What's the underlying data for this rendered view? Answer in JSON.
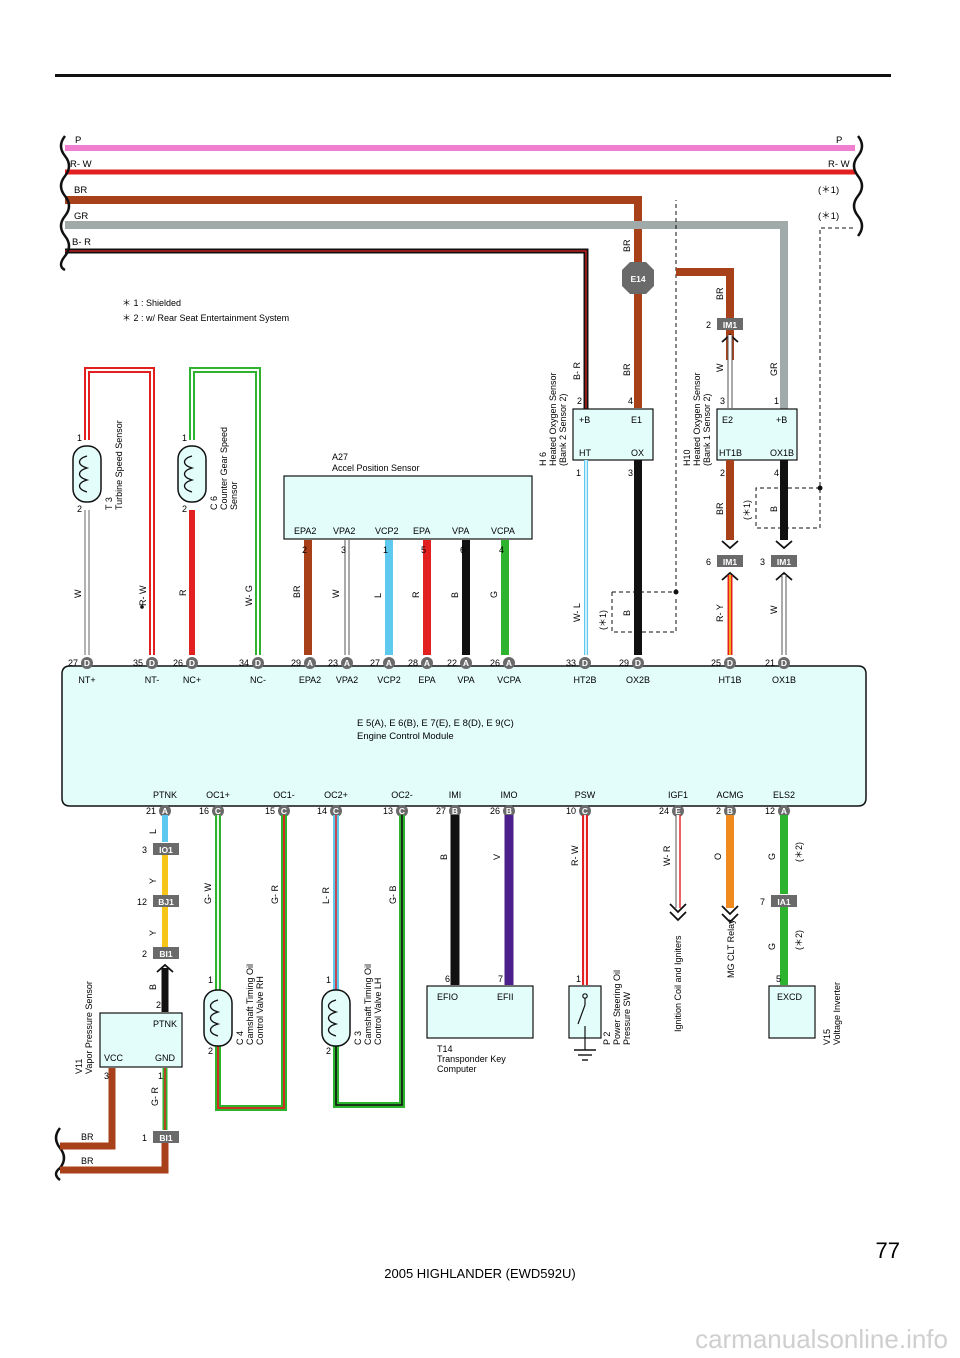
{
  "page": {
    "number": "77",
    "footer": "2005 HIGHLANDER (EWD592U)",
    "watermark": "carmanualsonline.info"
  },
  "notes": [
    "＊ 1 : Shielded",
    "＊ 2 : w/ Rear Seat Entertainment System"
  ],
  "bus_wires": [
    {
      "left": "P",
      "right": "P",
      "color": "#f07fd0"
    },
    {
      "left": "R- W",
      "right": "R- W",
      "color": "#e32020"
    },
    {
      "left": "BR",
      "right": "(＊1)",
      "color": "#a8401a"
    },
    {
      "left": "GR",
      "right": "(＊1)",
      "color": "#a0aaa8"
    },
    {
      "left": "B- R",
      "right": "",
      "color": "#111111"
    }
  ],
  "ecm": {
    "name1": "E 5(A), E 6(B), E 7(E), E 8(D), E 9(C)",
    "name2": "Engine Control Module",
    "top_terms": [
      "NT+",
      "NT-",
      "NC+",
      "NC-",
      "EPA2",
      "VPA2",
      "VCP2",
      "EPA",
      "VPA",
      "VCPA",
      "HT2B",
      "OX2B",
      "HT1B",
      "OX1B"
    ],
    "top_pins": [
      "27",
      "35",
      "26",
      "34",
      "29",
      "23",
      "27",
      "28",
      "22",
      "26",
      "33",
      "29",
      "25",
      "21"
    ],
    "top_conn": [
      "D",
      "D",
      "D",
      "D",
      "A",
      "A",
      "A",
      "A",
      "A",
      "A",
      "D",
      "D",
      "D",
      "D"
    ],
    "bot_terms": [
      "PTNK",
      "OC1+",
      "OC1-",
      "OC2+",
      "OC2-",
      "IMI",
      "IMO",
      "PSW",
      "IGF1",
      "ACMG",
      "ELS2"
    ],
    "bot_pins": [
      "21",
      "16",
      "15",
      "14",
      "13",
      "27",
      "26",
      "10",
      "24",
      "2",
      "12"
    ],
    "bot_conn": [
      "A",
      "C",
      "C",
      "C",
      "C",
      "B",
      "B",
      "C",
      "E",
      "B",
      "A"
    ]
  },
  "components": {
    "t3": {
      "code": "T 3",
      "name": "Turbine Speed Sensor",
      "pin1": "1",
      "pin2": "2"
    },
    "c6": {
      "code": "C 6",
      "name1": "Counter Gear Speed",
      "name2": "Sensor",
      "pin1": "1",
      "pin2": "2"
    },
    "a27": {
      "code": "A27",
      "name": "Accel Position Sensor",
      "terms": [
        "EPA2",
        "VPA2",
        "VCP2",
        "EPA",
        "VPA",
        "VCPA"
      ],
      "pins": [
        "2",
        "3",
        "1",
        "5",
        "6",
        "4"
      ]
    },
    "h6": {
      "code": "H 6",
      "name1": "Heated Oxygen Sensor",
      "name2": "(Bank 2 Sensor 2)",
      "t1": "+B",
      "t2": "E1",
      "t3": "HT",
      "t4": "OX",
      "p1": "2",
      "p2": "4",
      "p3": "1",
      "p4": "3"
    },
    "h10": {
      "code": "H10",
      "name1": "Heated Oxygen Sensor",
      "name2": "(Bank 1 Sensor 2)",
      "t1": "E2",
      "t2": "+B",
      "t3": "HT1B",
      "t4": "OX1B",
      "p1": "3",
      "p2": "1",
      "p3": "2",
      "p4": "4"
    },
    "v11": {
      "code": "V11",
      "name": "Vapor Pressure Sensor",
      "t1": "PTNK",
      "t2": "VCC",
      "t3": "GND",
      "p1": "2",
      "p2": "3",
      "p3": "1"
    },
    "c4": {
      "code": "C 4",
      "name1": "Camshaft Timing Oil",
      "name2": "Control Valve RH",
      "pin1": "1",
      "pin2": "2"
    },
    "c3": {
      "code": "C 3",
      "name1": "Camshaft Timing Oil",
      "name2": "Control Valve LH",
      "pin1": "1",
      "pin2": "2"
    },
    "t14": {
      "code": "T14",
      "name1": "Transponder Key",
      "name2": "Computer",
      "t1": "EFIO",
      "t2": "EFII",
      "p1": "6",
      "p2": "7"
    },
    "p2": {
      "code": "P 2",
      "name1": "Power Steering Oil",
      "name2": "Pressure SW",
      "pin": "1"
    },
    "ign": {
      "name": "Ignition Coil and Igniters"
    },
    "mg": {
      "name": "MG CLT Relay"
    },
    "v15": {
      "code": "V15",
      "name": "Voltage Inverter",
      "t1": "EXCD",
      "pin": "5"
    }
  },
  "connectors": {
    "e14": "E14",
    "im1": "IM1",
    "io1": "IO1",
    "bj1": "BJ1",
    "bi1": "BI1",
    "ia1": "IA1"
  },
  "junction_pins": {
    "im1_top": "2",
    "im1_b1": "6",
    "im1_b2": "3",
    "io1": "3",
    "bj1": "12",
    "bi1": "2",
    "bi1_bottom": "1",
    "ia1": "7"
  },
  "wire_labels": {
    "t3_w": "W",
    "t3_rw": "R- W",
    "c6_r": "R",
    "c6_wg": "W- G",
    "a27": [
      "BR",
      "W",
      "L",
      "R",
      "B",
      "G"
    ],
    "h6_br": "BR",
    "h6_br2": "BR",
    "h6_br3": "B- R",
    "h6_wl": "W- L",
    "h6_b": "B",
    "shield1": "(＊1)",
    "h10_br": "BR",
    "h10_gr": "GR",
    "h10_w": "W",
    "h10_br2": "BR",
    "h10_b": "B",
    "h10_ry": "R- Y",
    "h10_w2": "W",
    "shield2": "(＊1)",
    "ptnk_l": "L",
    "ptnk_y": "Y",
    "ptnk_y2": "Y",
    "ptnk_b": "B",
    "v11_gr": "G- R",
    "v11_br": "BR",
    "v11_br2": "BR",
    "oc1p": "G- W",
    "oc1m": "G- R",
    "oc2p": "L- R",
    "oc2m": "G- B",
    "imi": "B",
    "imo": "V",
    "psw": "R- W",
    "igf": "W- R",
    "acmg": "O",
    "els": "G",
    "els2": "G",
    "star2": "(＊2)"
  },
  "colors": {
    "pink": "#f07fd0",
    "red": "#e32020",
    "brown": "#a8401a",
    "gray": "#a0aaa8",
    "black": "#111111",
    "lightblue": "#5ec9ee",
    "green": "#2db32d",
    "yellow": "#f5c518",
    "purple": "#4b1f8c",
    "orange": "#f08a1c",
    "ecm_fill": "#e3fdfb",
    "connector": "#6a6a6a"
  }
}
